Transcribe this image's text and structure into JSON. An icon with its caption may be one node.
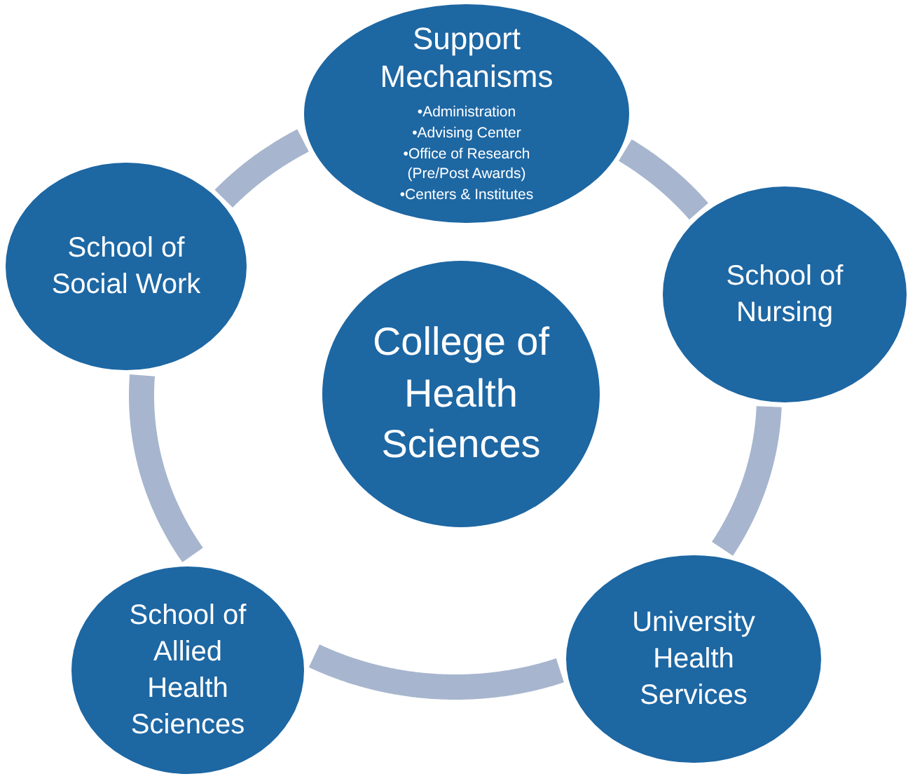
{
  "diagram": {
    "nodes": [
      {
        "text": [
          "Support Mechanisms",
          "•Administration",
          "•Advising Center",
          "•Office of Research (Pre/Post Awards)",
          "•Centers & Institutes"
        ]
      },
      {
        "text": [
          "School of Social Work"
        ]
      },
      {
        "text": [
          "School of Nursing"
        ]
      },
      {
        "text": [
          "College of Health Sciences"
        ]
      },
      {
        "text": [
          "School of Allied Health Sciences"
        ]
      },
      {
        "text": [
          "University Health Services"
        ]
      }
    ],
    "edges": [
      {
        "from": 0,
        "to": 2,
        "arrow": "none"
      },
      {
        "from": 2,
        "to": 5,
        "arrow": "none"
      },
      {
        "from": 5,
        "to": 4,
        "arrow": "none"
      },
      {
        "from": 4,
        "to": 1,
        "arrow": "none"
      },
      {
        "from": 1,
        "to": 0,
        "arrow": "none"
      }
    ]
  }
}
